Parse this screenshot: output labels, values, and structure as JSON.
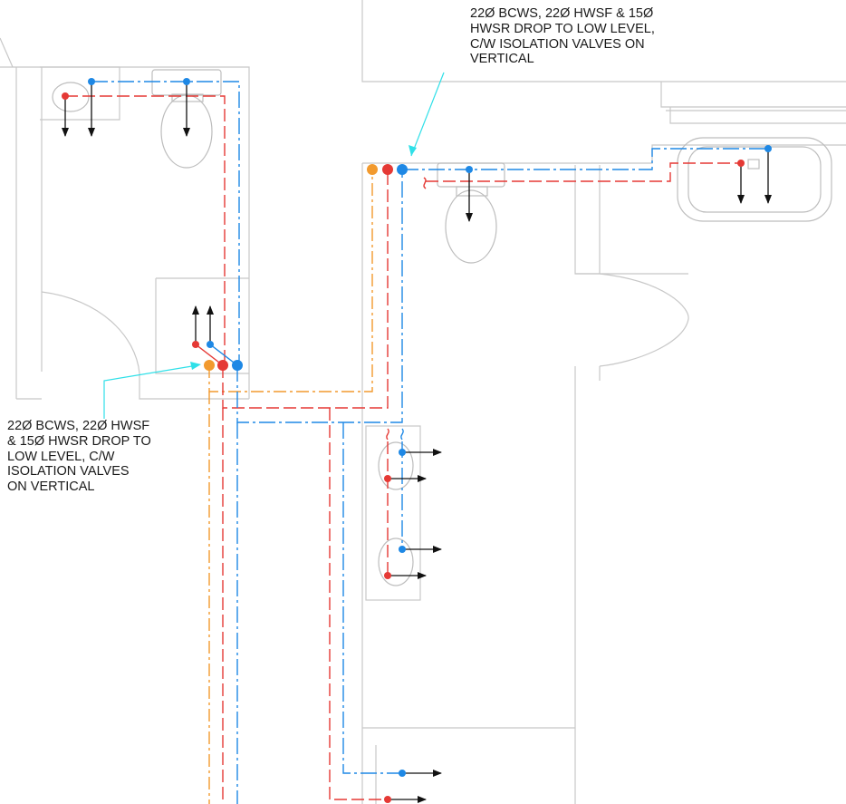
{
  "notes": [
    {
      "id": "top",
      "text": "22Ø BCWS, 22Ø HWSF & 15Ø\nHWSR DROP TO LOW LEVEL,\nC/W ISOLATION VALVES ON\nVERTICAL"
    },
    {
      "id": "left",
      "text": "22Ø BCWS, 22Ø HWSF\n& 15Ø HWSR DROP TO\nLOW LEVEL, C/W\nISOLATION VALVES\nON VERTICAL"
    }
  ],
  "colors": {
    "bcws": "#1e88e5",
    "hwsf": "#e53935",
    "hwsr": "#f29a2e",
    "leader": "#2fe0e8",
    "walls": "#c8c8c8"
  }
}
